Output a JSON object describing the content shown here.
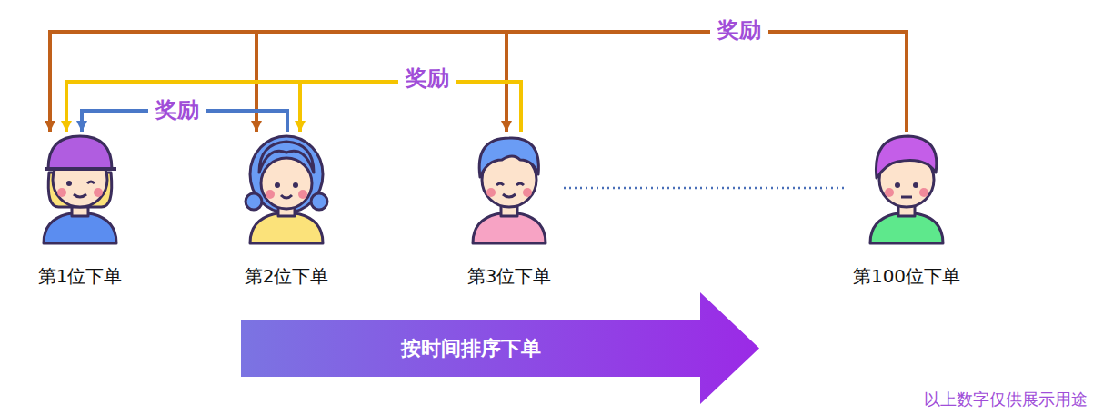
{
  "diagram": {
    "nodes": [
      {
        "text": [
          "第1位下单"
        ]
      },
      {
        "text": [
          "第2位下单"
        ]
      },
      {
        "text": [
          "第3位下单"
        ]
      },
      {
        "text": [
          "第100位下单"
        ]
      },
      {
        "text": [
          "按时间排序下单"
        ]
      }
    ],
    "edges": [
      {
        "from": 3,
        "to": 0,
        "arrow": "to",
        "label": "奖励"
      },
      {
        "from": 3,
        "to": 1,
        "arrow": "to"
      },
      {
        "from": 3,
        "to": 2,
        "arrow": "to"
      },
      {
        "from": 2,
        "to": 0,
        "arrow": "to",
        "label": "奖励"
      },
      {
        "from": 2,
        "to": 1,
        "arrow": "to"
      },
      {
        "from": 1,
        "to": 0,
        "arrow": "to",
        "label": "奖励"
      }
    ],
    "labels": [
      "以上数字仅供展示用途"
    ]
  }
}
